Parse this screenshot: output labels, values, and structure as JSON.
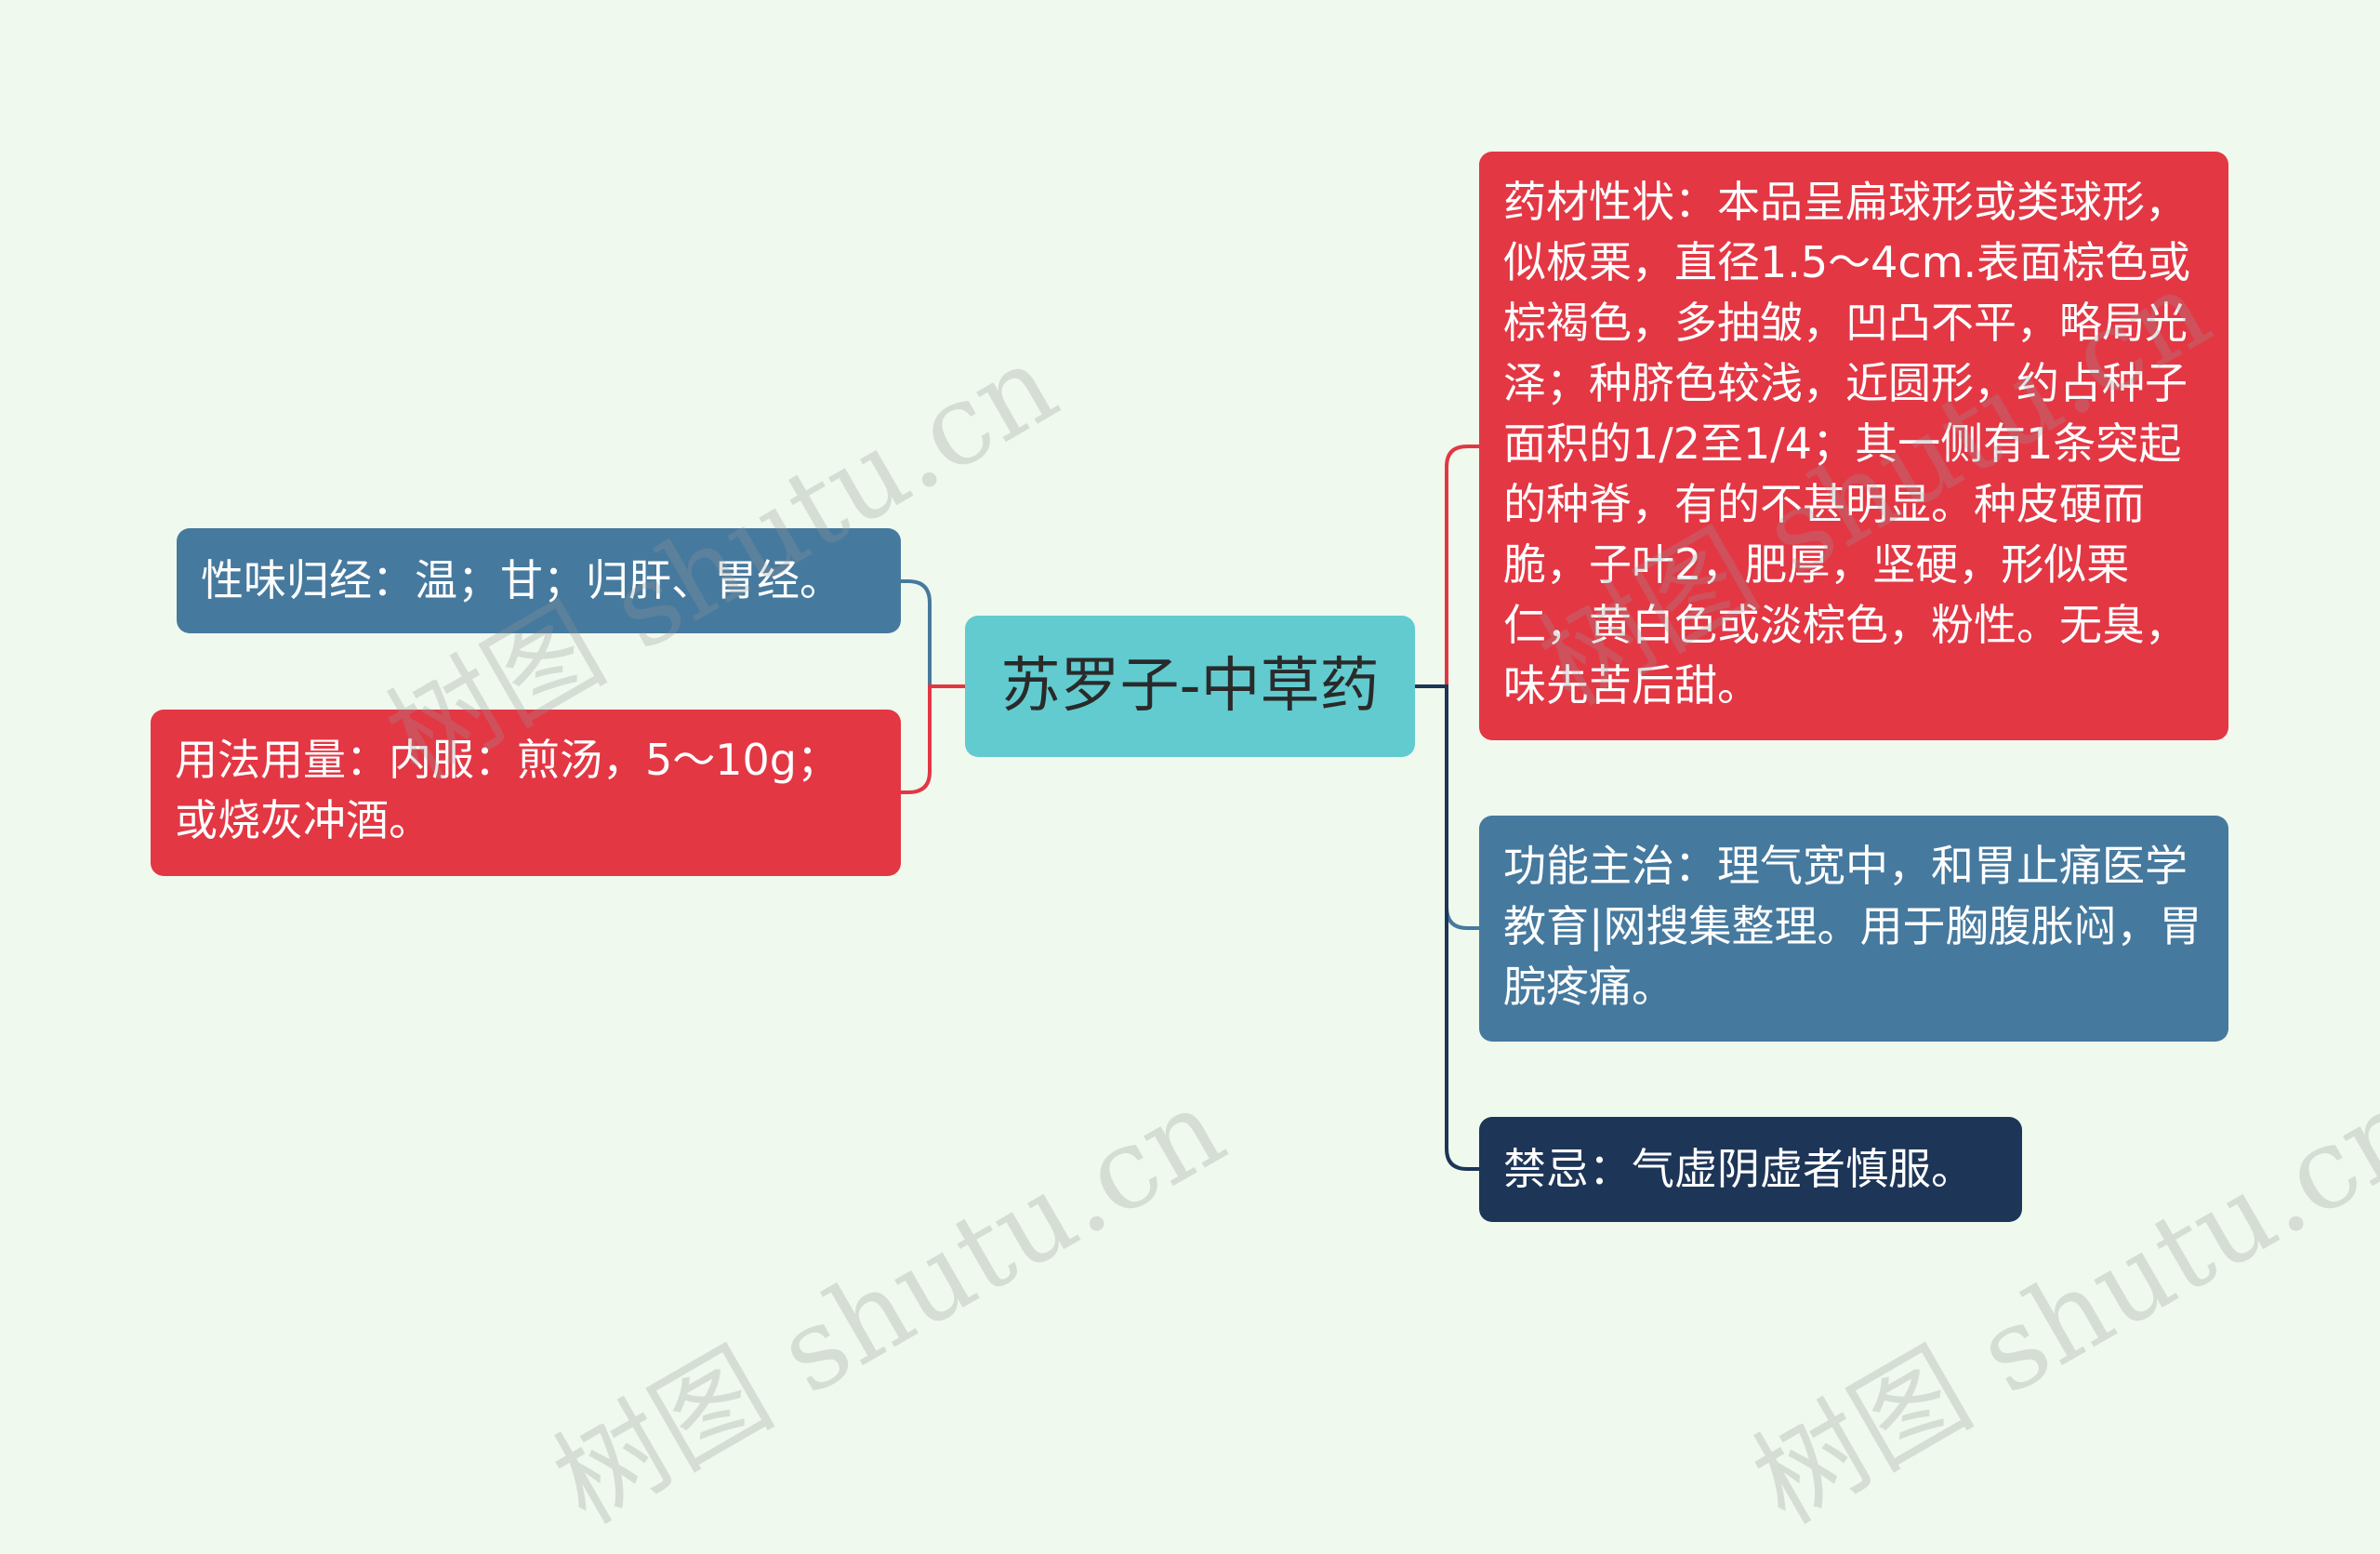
{
  "center": {
    "label": "苏罗子-中草药"
  },
  "left_nodes": [
    {
      "text": "性味归经：温；甘；归肝、胃经。",
      "color": "#46799e"
    },
    {
      "text": "用法用量：内服：煎汤，5～10g；或烧灰冲酒。",
      "color": "#e33744"
    }
  ],
  "right_nodes": [
    {
      "text": "药材性状：本品呈扁球形或类球形，似板栗，直径1.5～4cm.表面棕色或棕褐色，多抽皱，凹凸不平，略局光泽；种脐色较浅，近圆形，约占种子面积的1/2至1/4；其一侧有1条突起的种脊，有的不甚明显。种皮硬而脆，子叶2，肥厚，坚硬，形似栗仁，黄白色或淡棕色，粉性。无臭，味先苦后甜。",
      "color": "#e33744"
    },
    {
      "text": "功能主治：理气宽中，和胃止痛医学教育|网搜集整理。用于胸腹胀闷，胃脘疼痛。",
      "color": "#46799e"
    },
    {
      "text": "禁忌：气虚阴虚者慎服。",
      "color": "#1d3557"
    }
  ],
  "colors": {
    "background": "#eff9ee",
    "center": "#62cbcf",
    "blue": "#46799e",
    "red": "#e33744",
    "navy": "#1d3557"
  },
  "watermark": "树图 shutu.cn"
}
